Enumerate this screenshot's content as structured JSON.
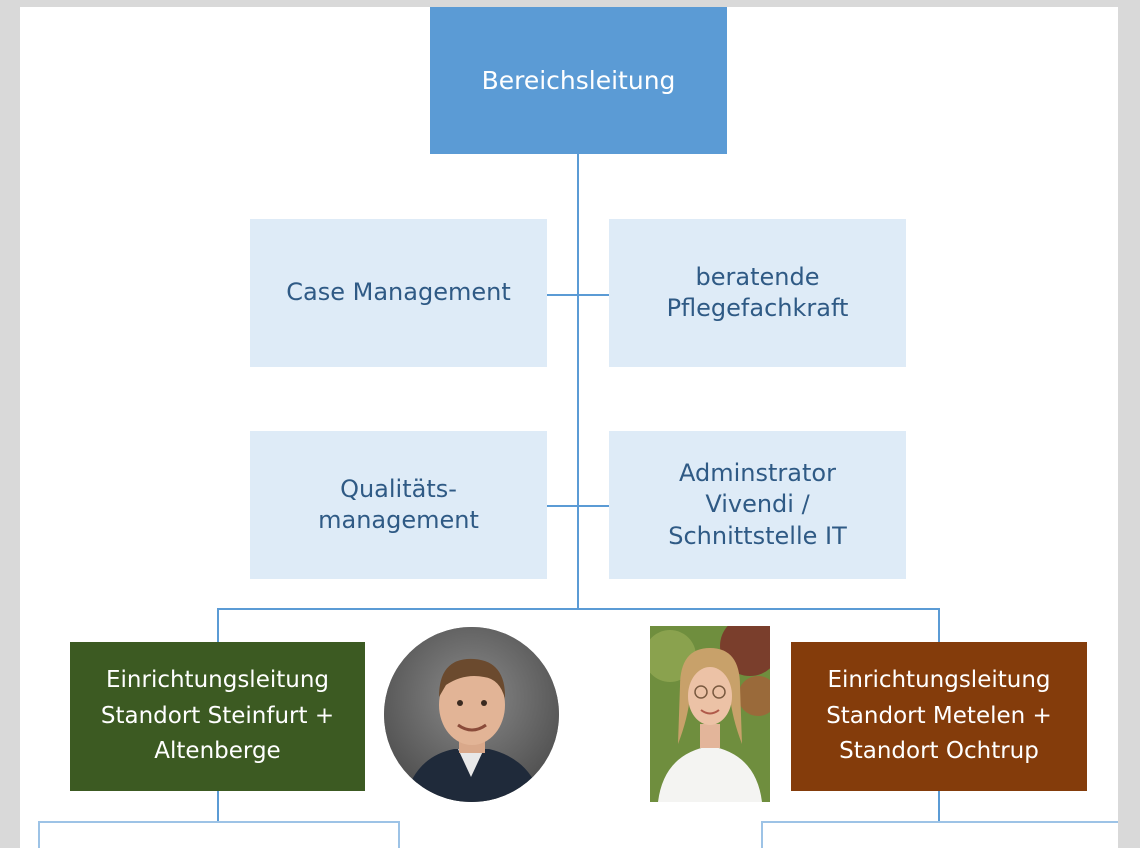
{
  "chart": {
    "top": {
      "label": "Bereichsleitung"
    },
    "staff": [
      {
        "lines": [
          "Case Management"
        ]
      },
      {
        "lines": [
          "beratende",
          "Pflegefachkraft"
        ]
      },
      {
        "lines": [
          "Qualitäts-",
          "management"
        ]
      },
      {
        "lines": [
          "Adminstrator",
          "Vivendi /",
          "Schnittstelle IT"
        ]
      }
    ],
    "units": [
      {
        "lines": [
          "Einrichtungsleitung",
          "Standort Steinfurt +",
          "Altenberge"
        ],
        "color": "#3c5a22"
      },
      {
        "lines": [
          "Einrichtungsleitung",
          "Standort Metelen +",
          "Standort Ochtrup"
        ],
        "color": "#843c0b"
      }
    ]
  },
  "colors": {
    "top_box": "#5b9bd5",
    "staff_box": "#deebf7",
    "staff_text": "#2f5a85",
    "connector": "#5b9bd5"
  }
}
